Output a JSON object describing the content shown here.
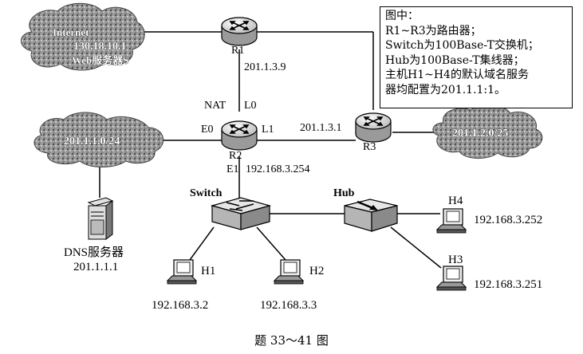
{
  "routers": {
    "r1": {
      "name": "R1",
      "ip": "201.1.3.9"
    },
    "r2": {
      "name": "R2",
      "nat": "NAT",
      "l0": "L0",
      "e0": "E0",
      "l1": "L1",
      "e1": "E1",
      "e1_ip": "192.168.3.254"
    },
    "r3": {
      "name": "R3",
      "ip": "201.1.3.1"
    }
  },
  "clouds": {
    "internet": {
      "title": "Internet",
      "line1": "130.18.10.1",
      "line2": "Web服务器S"
    },
    "net1": {
      "label": "201.1.1.0/24"
    },
    "net2": {
      "label": "201.1.2.0/25"
    }
  },
  "devices": {
    "switch": {
      "name": "Switch"
    },
    "hub": {
      "name": "Hub"
    },
    "dns": {
      "name": "DNS服务器",
      "ip": "201.1.1.1"
    }
  },
  "hosts": [
    {
      "name": "H1",
      "ip": "192.168.3.2"
    },
    {
      "name": "H2",
      "ip": "192.168.3.3"
    },
    {
      "name": "H3",
      "ip": "192.168.3.251"
    },
    {
      "name": "H4",
      "ip": "192.168.3.252"
    }
  ],
  "legend": {
    "lines": [
      "图中：",
      "R1~R3为路由器；",
      "Switch为100Base-T交换机；",
      "Hub为100Base-T集线器；",
      "主机H1~H4的默认域名服务",
      "器均配置为201.1.1:1。"
    ]
  },
  "caption": "题 33～41 图"
}
